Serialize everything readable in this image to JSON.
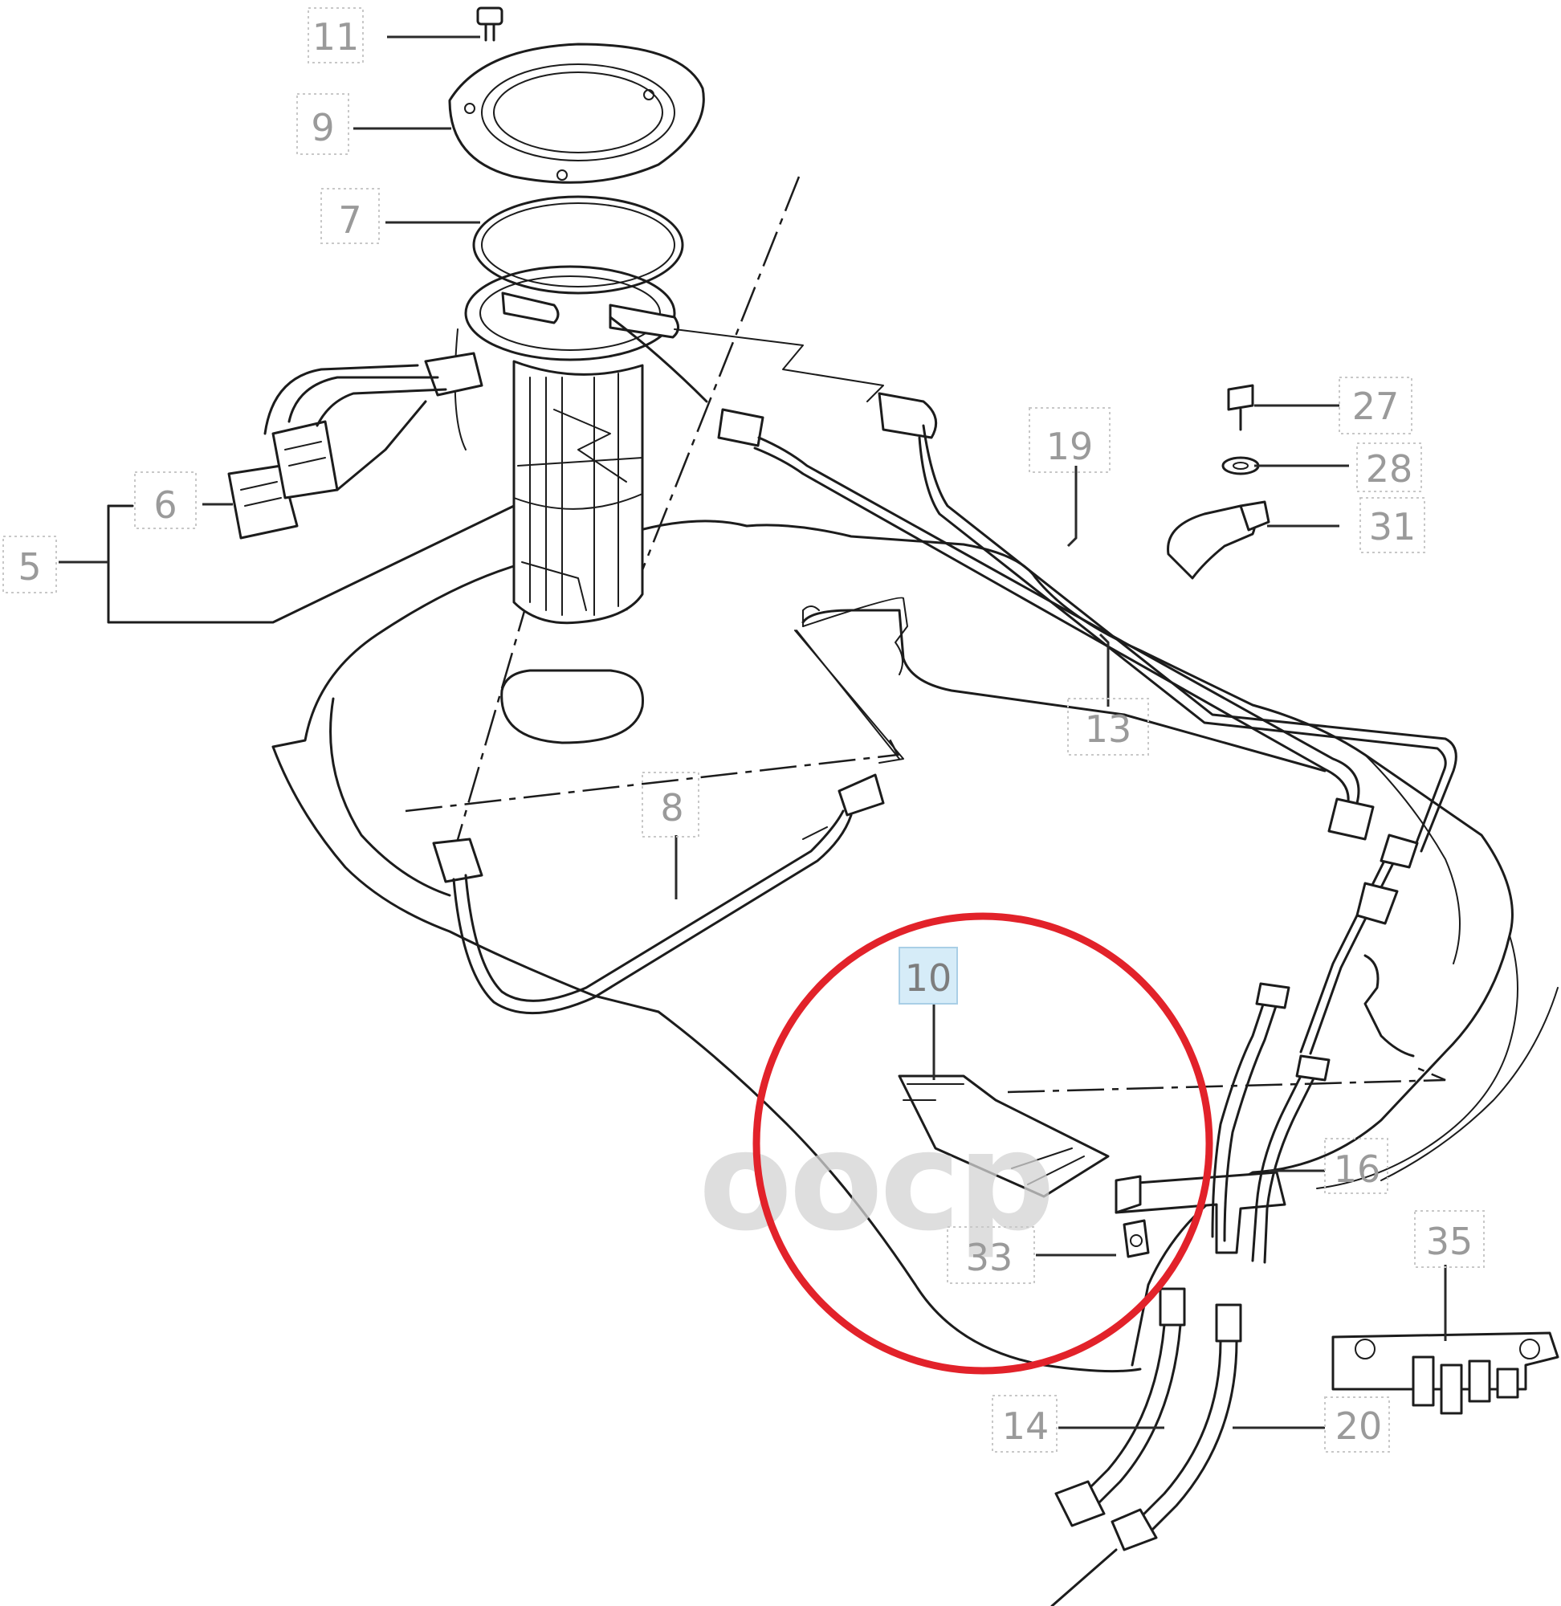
{
  "watermark": {
    "text": "oocp"
  },
  "highlight": {
    "callout": "10",
    "ring_color": "#e2222a",
    "badge_color": "#d6ecf8"
  },
  "callouts": [
    {
      "id": "c11",
      "label": "11"
    },
    {
      "id": "c9",
      "label": "9"
    },
    {
      "id": "c7",
      "label": "7"
    },
    {
      "id": "c6",
      "label": "6"
    },
    {
      "id": "c5",
      "label": "5"
    },
    {
      "id": "c27",
      "label": "27"
    },
    {
      "id": "c28",
      "label": "28"
    },
    {
      "id": "c19",
      "label": "19"
    },
    {
      "id": "c31",
      "label": "31"
    },
    {
      "id": "c13",
      "label": "13"
    },
    {
      "id": "c8",
      "label": "8"
    },
    {
      "id": "c10",
      "label": "10"
    },
    {
      "id": "c16",
      "label": "16"
    },
    {
      "id": "c35",
      "label": "35"
    },
    {
      "id": "c33",
      "label": "33"
    },
    {
      "id": "c14",
      "label": "14"
    },
    {
      "id": "c20",
      "label": "20"
    }
  ]
}
